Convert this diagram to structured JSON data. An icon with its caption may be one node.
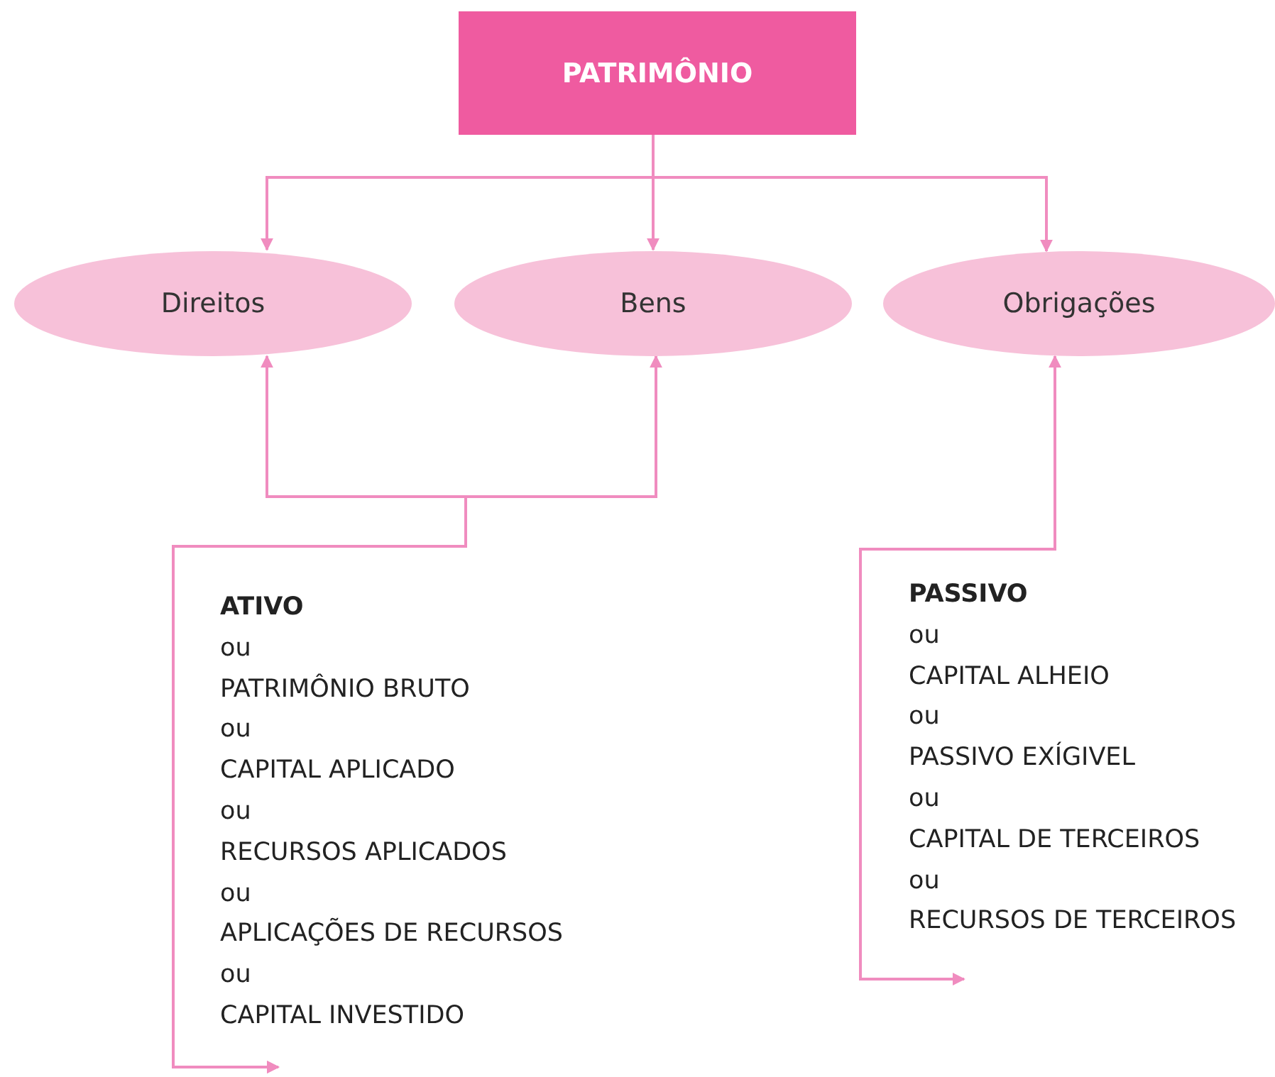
{
  "diagram": {
    "nodes": [
      {
        "text": [
          "PATRIMÔNIO"
        ]
      },
      {
        "text": [
          "Direitos"
        ]
      },
      {
        "text": [
          "Bens"
        ]
      },
      {
        "text": [
          "Obrigações"
        ]
      },
      {
        "text": [
          "ATIVO",
          "ou",
          "PATRIMÔNIO BRUTO",
          "ou",
          "CAPITAL APLICADO",
          "ou",
          "RECURSOS APLICADOS",
          "ou",
          "APLICAÇÕES DE RECURSOS",
          "ou",
          "CAPITAL INVESTIDO"
        ]
      },
      {
        "text": [
          "PASSIVO",
          "ou",
          "CAPITAL ALHEIO",
          "ou",
          "PASSIVO EXÍGIVEL",
          "ou",
          "CAPITAL DE TERCEIROS",
          "ou",
          "RECURSOS DE TERCEIROS"
        ]
      }
    ],
    "edges": [
      {
        "from": 0,
        "to": 1,
        "arrow": "to"
      },
      {
        "from": 0,
        "to": 2,
        "arrow": "to"
      },
      {
        "from": 0,
        "to": 3,
        "arrow": "to"
      },
      {
        "from": 4,
        "to": 1,
        "arrow": "both"
      },
      {
        "from": 4,
        "to": 2,
        "arrow": "both"
      },
      {
        "from": 5,
        "to": 3,
        "arrow": "both"
      }
    ]
  }
}
